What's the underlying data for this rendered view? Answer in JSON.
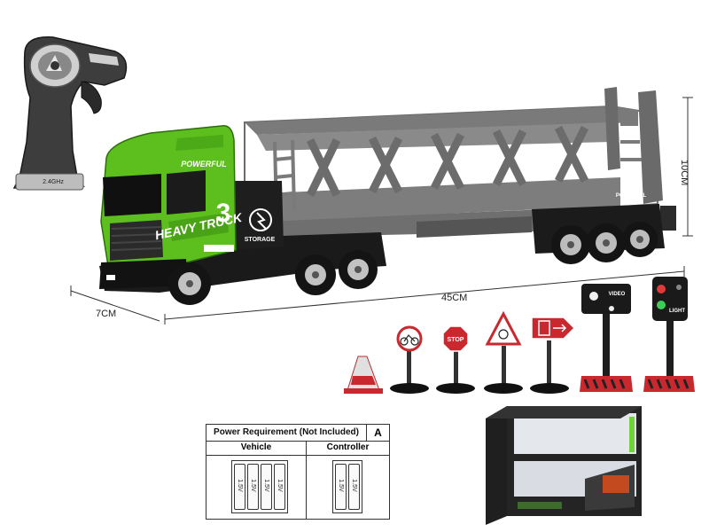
{
  "dimensions": {
    "length": "45CM",
    "width": "7CM",
    "height": "10CM"
  },
  "controller": {
    "band_label": "2.4GHz"
  },
  "truck": {
    "cab_brand": "HEAVY TRUCK",
    "cab_number": "3",
    "cab_slogan": "POWERFUL",
    "storage_label": "STORAGE",
    "trailer_tag": "POWERFUL"
  },
  "accessories": {
    "stop_sign": "STOP",
    "video_box_label": "VIDEO",
    "light_box_label": "LIGHT"
  },
  "power_panel": {
    "title": "Power Requirement (Not Included)",
    "label": "A",
    "vehicle_header": "Vehicle",
    "controller_header": "Controller",
    "vehicle_batteries": [
      "1.5V",
      "1.5V",
      "1.5V",
      "1.5V"
    ],
    "controller_batteries": [
      "1.5V",
      "1.5V"
    ]
  },
  "colors": {
    "cab_green": "#5cbf1e",
    "trailer_gray": "#707070",
    "chassis_black": "#1a1a1a",
    "traffic_red": "#c8282e"
  }
}
